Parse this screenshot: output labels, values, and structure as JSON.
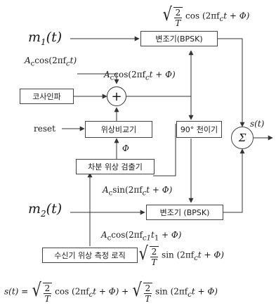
{
  "top_formula": {
    "fraction_num": "2",
    "fraction_den": "T",
    "expr": "cos (2πf",
    "sub": "c",
    "tail": "t + Φ)"
  },
  "m1": {
    "name": "m",
    "sub": "1",
    "arg": "(t)"
  },
  "m2": {
    "name": "m",
    "sub": "2",
    "arg": "(t)"
  },
  "carrier_cos": {
    "amp": "A",
    "amp_sub": "c",
    "expr": "cos(2πf",
    "sub": "c",
    "tail": "t)"
  },
  "carrier_cos_phi": {
    "amp": "A",
    "amp_sub": "c",
    "expr": "cos(2πf",
    "sub": "c",
    "tail": "t + Φ)"
  },
  "carrier_sin_phi": {
    "amp": "A",
    "amp_sub": "c",
    "expr": "sin(2πf",
    "sub": "c",
    "tail": "t + Φ)"
  },
  "carrier_cos_t1": {
    "amp": "A",
    "amp_sub": "c",
    "expr": "cos(2πf",
    "sub": "c1",
    "tail": "t",
    "tail_sub": "1",
    "tail2": " + Φ)"
  },
  "bottom_mid_formula": {
    "fraction_num": "2",
    "fraction_den": "T",
    "expr": "sin (2πf",
    "sub": "c",
    "tail": "t + Φ)"
  },
  "blocks": {
    "modulator1": "변조기(BPSK)",
    "cosine_input": "코사인파",
    "phase_comparator": "위상비교기",
    "phase_shifter": "90° 천이기",
    "diff_phase_detector": "차분 위상 검출기",
    "modulator2": "변조기 (BPSK)",
    "receiver_logic": "수신기 위상 측정 로직"
  },
  "reset_label": "reset",
  "phi_label": "Φ",
  "sum_symbol": "Σ",
  "plus_symbol": "+",
  "output_label": "s(t)",
  "equation": {
    "lhs": "s(t) =",
    "t1_num": "2",
    "t1_den": "T",
    "t1_expr": "cos (2πf",
    "t1_sub": "c",
    "t1_tail": "t + Φ) +",
    "t2_num": "2",
    "t2_den": "T",
    "t2_expr": "sin (2πf",
    "t2_sub": "c",
    "t2_tail": "t + Φ)"
  }
}
